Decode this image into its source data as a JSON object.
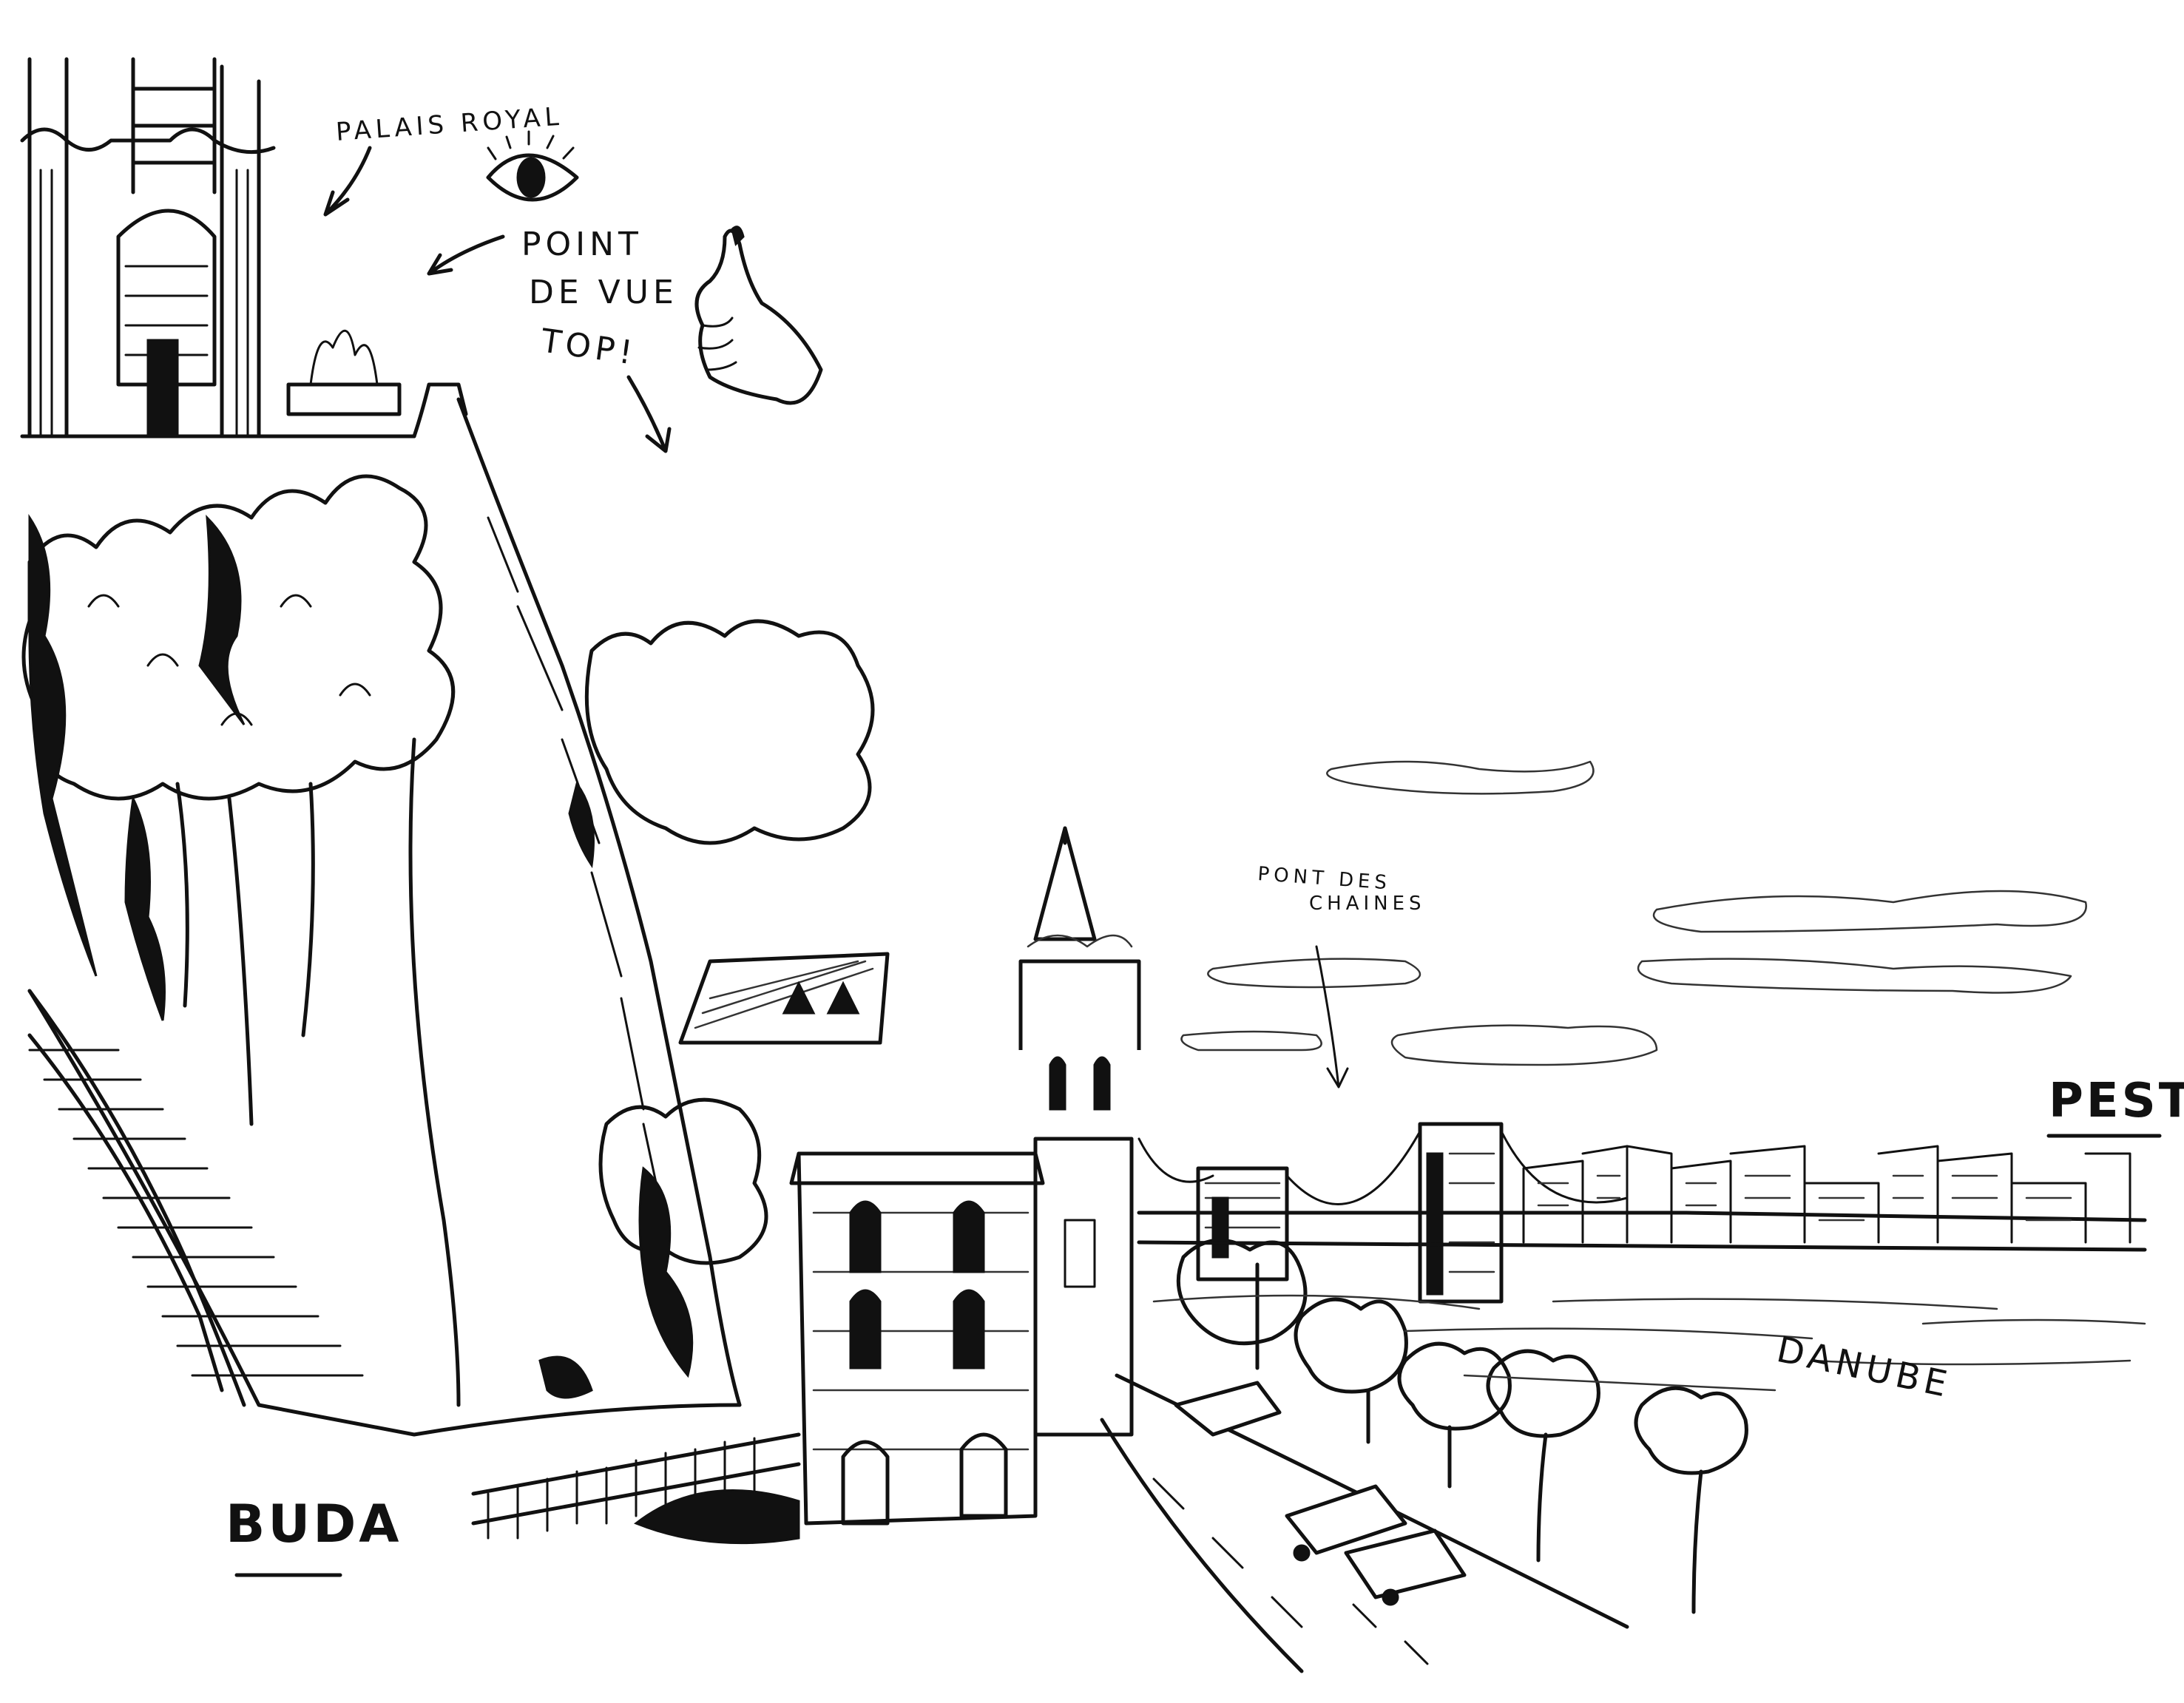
{
  "labels": {
    "palais_royal": "PALAIS ROYAL",
    "point_line1": "POINT",
    "point_line2": "DE VUE",
    "point_line3": "TOP!",
    "pont_line1": "PONT DES",
    "pont_line2": "CHAINES",
    "pest": "PEST",
    "danube": "DANUBE",
    "buda": "BUDA"
  },
  "colors": {
    "ink": "#111111",
    "paper": "#ffffff"
  },
  "icons": [
    "eye-icon",
    "thumbs-up-icon"
  ]
}
